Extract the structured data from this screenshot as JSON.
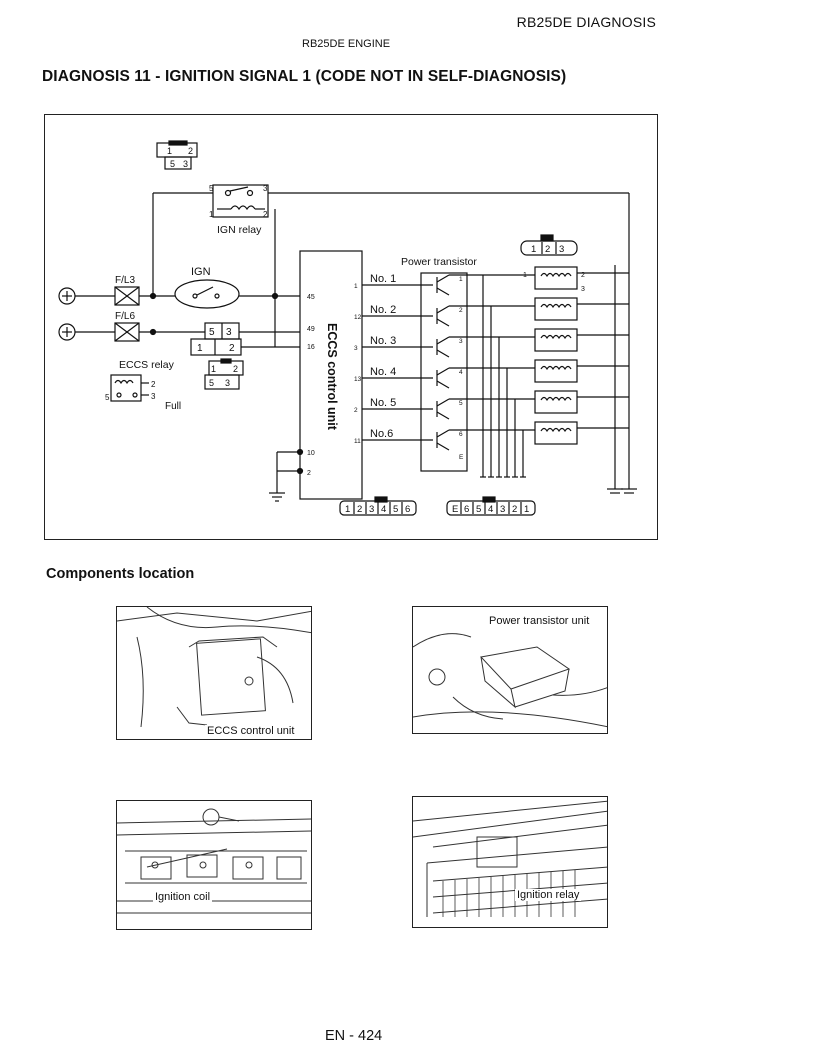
{
  "header": {
    "section": "RB25DE DIAGNOSIS",
    "engine": "RB25DE ENGINE"
  },
  "title": "DIAGNOSIS 11 - IGNITION SIGNAL 1 (CODE NOT IN SELF-DIAGNOSIS)",
  "diagram": {
    "fuse1": "F/L3",
    "fuse2": "F/L6",
    "ign_switch": "IGN",
    "ign_relay": "IGN relay",
    "eccs_relay": "ECCS relay",
    "eccs_relay_note": "Full",
    "ecu_label": "ECCS control unit",
    "power_transistor": "Power transistor",
    "cylinders": [
      "No. 1",
      "No. 2",
      "No. 3",
      "No. 4",
      "No. 5",
      "No.6"
    ],
    "ecu_pins_left": [
      "45",
      "49",
      "16",
      "10",
      "2"
    ],
    "ecu_pins_right": [
      "1",
      "12",
      "3",
      "13",
      "2",
      "11"
    ],
    "relay_pins": [
      "1",
      "2",
      "5",
      "3"
    ],
    "transistor_pins": [
      "1",
      "2",
      "3",
      "4",
      "5",
      "6",
      "E"
    ],
    "coil_pins": [
      "1",
      "2",
      "3"
    ],
    "connector_ecu": [
      "1",
      "2",
      "3",
      "4",
      "5",
      "6"
    ],
    "connector_pt": [
      "E",
      "6",
      "5",
      "4",
      "3",
      "2",
      "1"
    ],
    "connector_coil": [
      "1",
      "2",
      "3"
    ]
  },
  "components": {
    "title": "Components location",
    "photos": [
      {
        "caption": "ECCS control unit",
        "icon": "ecu-photo"
      },
      {
        "caption": "Power transistor unit",
        "icon": "power-transistor-photo"
      },
      {
        "caption": "Ignition coil",
        "icon": "ignition-coil-photo"
      },
      {
        "caption": "Ignition relay",
        "icon": "ignition-relay-photo"
      }
    ]
  },
  "footer": {
    "page": "EN - 424"
  }
}
